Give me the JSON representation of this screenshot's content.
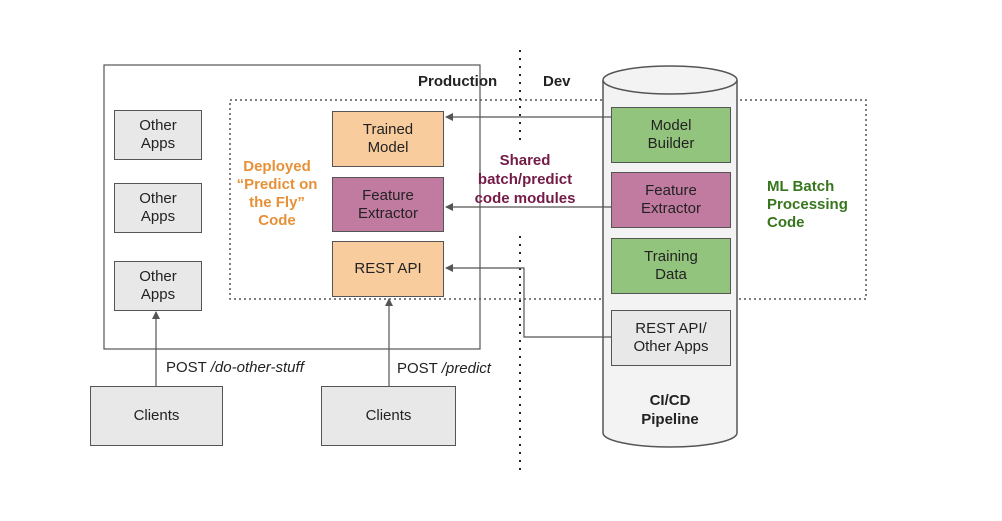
{
  "labels": {
    "production": "Production",
    "dev": "Dev",
    "deployed_code": "Deployed\n“Predict on\nthe Fly”\nCode",
    "shared_modules": "Shared\nbatch/predict\ncode modules",
    "ml_batch": "ML Batch\nProcessing\nCode",
    "post_other": "POST",
    "post_other_path": "/do-other-stuff",
    "post_predict": "POST",
    "post_predict_path": "/predict",
    "cicd": "CI/CD\nPipeline"
  },
  "other_apps": [
    "Other\nApps",
    "Other\nApps",
    "Other\nApps"
  ],
  "production_boxes": {
    "trained_model": "Trained\nModel",
    "feature_extractor": "Feature\nExtractor",
    "rest_api": "REST API"
  },
  "pipeline_boxes": {
    "model_builder": "Model\nBuilder",
    "feature_extractor": "Feature\nExtractor",
    "training_data": "Training\nData",
    "rest_api_other": "REST API/\nOther Apps"
  },
  "clients": [
    "Clients",
    "Clients"
  ],
  "colors": {
    "deployed": "#e69138",
    "shared": "#741b47",
    "ml_batch": "#38761d",
    "gray_box": "#e8e8e8",
    "orange_box": "#f9cc9d",
    "pink_box": "#c27ba0",
    "green_box": "#93c47d"
  }
}
